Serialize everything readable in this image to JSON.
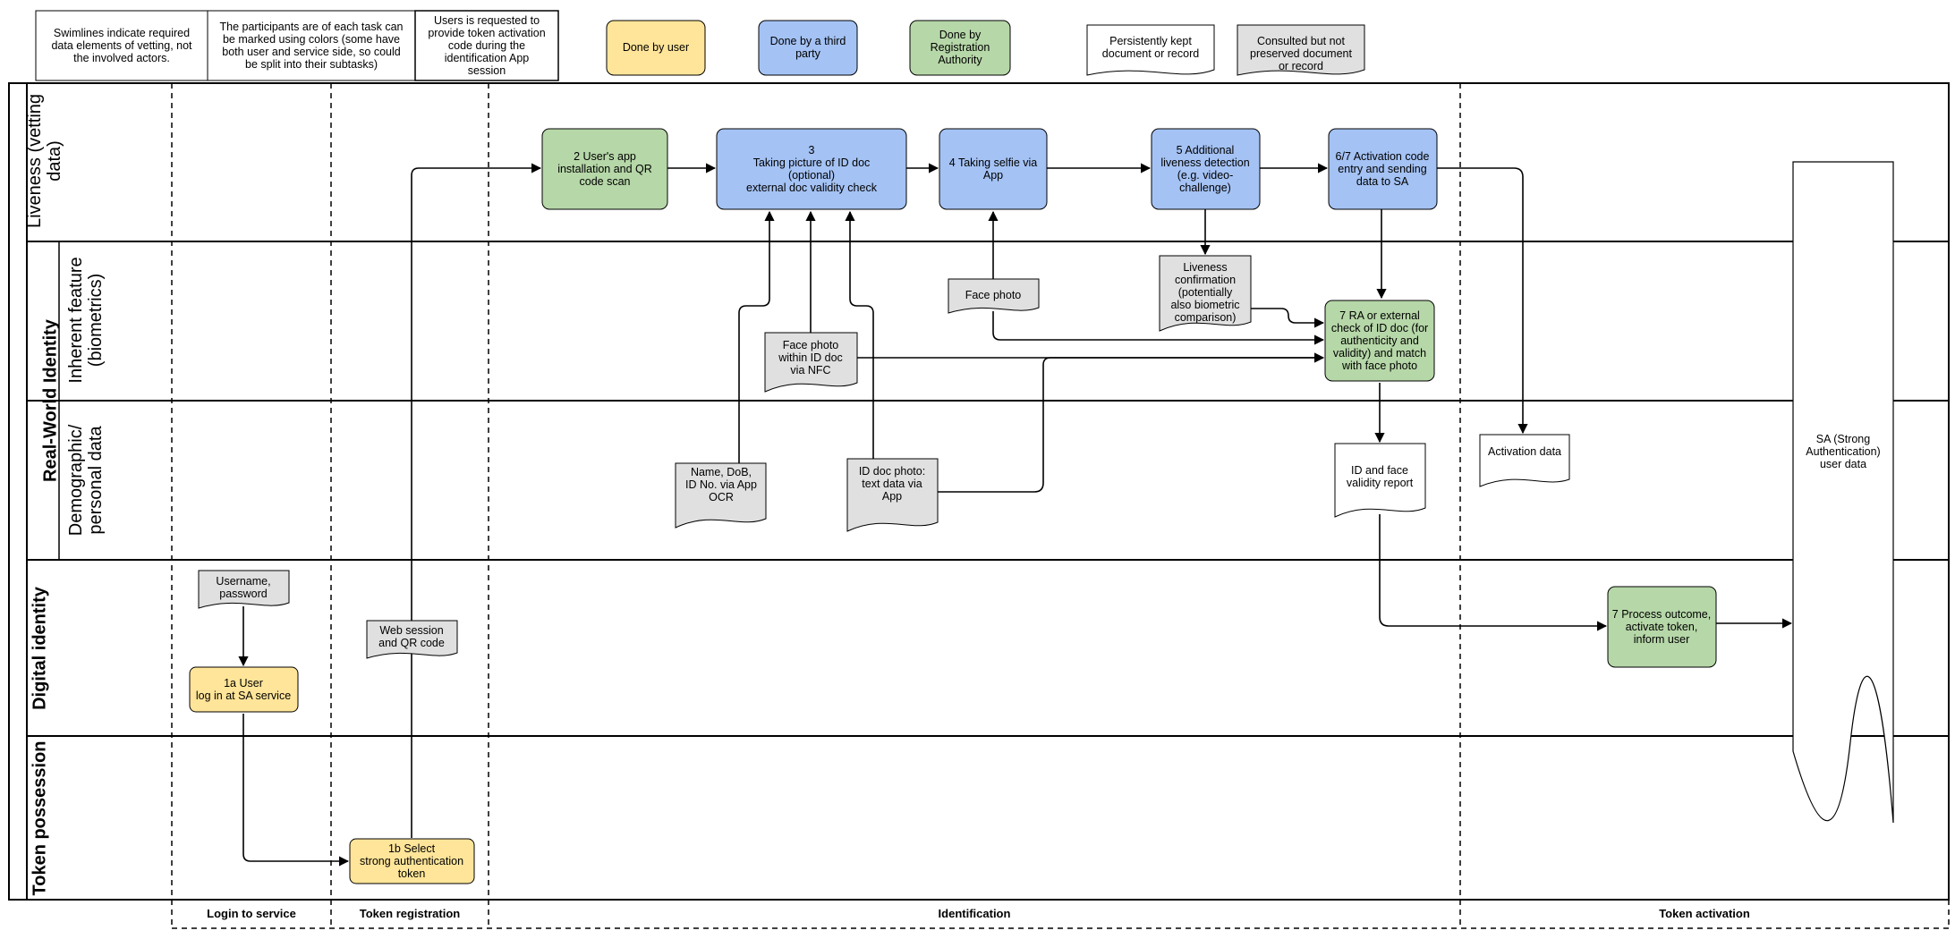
{
  "colors": {
    "user": "#ffe599",
    "third_party": "#a4c2f4",
    "registration_authority": "#b6d7a8",
    "consulted_doc": "#e0e0e0",
    "kept_doc": "#ffffff"
  },
  "notes": {
    "swimlanes": [
      "Swimlines indicate required",
      "data elements of vetting, not",
      "the involved actors."
    ],
    "participants": [
      "The participants are of each task can",
      "be marked using colors (some have",
      "both  user and service side, so could",
      "be split into their subtasks)"
    ],
    "token_code": [
      "Users is requested to",
      "provide token activation",
      "code during the",
      "identification App",
      "session"
    ]
  },
  "legend": {
    "user": [
      "Done by user"
    ],
    "third_party": [
      "Done by a third",
      "party"
    ],
    "ra": [
      "Done by",
      "Registration",
      "Authority"
    ],
    "kept": [
      "Persistently kept",
      "document or record"
    ],
    "consulted": [
      "Consulted but not",
      "preserved document",
      "or record"
    ]
  },
  "lanes": {
    "real_world_identity": "Real-World Identity",
    "liveness": [
      "Liveness (vetting",
      "data)"
    ],
    "inherent": [
      "Inherent feature",
      "(biometrics)"
    ],
    "demographic": [
      "Demographic/",
      "personal data"
    ],
    "digital_identity": "Digital identity",
    "token_possession": "Token possession"
  },
  "phases": {
    "login": "Login to service",
    "token_registration": "Token registration",
    "identification": "Identification",
    "token_activation": "Token activation"
  },
  "tasks": {
    "t1a": [
      "1a User",
      "log in at SA service"
    ],
    "t1b": [
      "1b Select",
      "strong authentication",
      "token"
    ],
    "t2": [
      "2 User's app",
      "installation and QR",
      "code scan"
    ],
    "t3": [
      "3",
      "Taking picture of ID doc",
      "(optional)",
      "external doc validity check"
    ],
    "t4": [
      "4 Taking selfie via",
      "App"
    ],
    "t5": [
      "5 Additional",
      "liveness detection",
      "(e.g. video-",
      "challenge)"
    ],
    "t67": [
      "6/7 Activation code",
      "entry and sending",
      "data to SA"
    ],
    "t7ra": [
      "7 RA or external",
      "check of ID doc (for",
      "authenticity and",
      "validity) and match",
      "with face photo"
    ],
    "t7process": [
      "7 Process outcome,",
      "activate token,",
      "inform user"
    ]
  },
  "documents": {
    "username": [
      "Username,",
      "password"
    ],
    "web_session": [
      "Web session",
      "and QR code"
    ],
    "face_photo": [
      "Face photo"
    ],
    "liveness_conf": [
      "Liveness",
      "confirmation",
      "(potentially",
      "also biometric",
      "comparison)"
    ],
    "face_nfc": [
      "Face photo",
      "within ID doc",
      "via NFC"
    ],
    "name_dob": [
      "Name, DoB,",
      "ID No. via App",
      "OCR"
    ],
    "id_doc_photo": [
      "ID doc photo:",
      "text data via",
      "App"
    ],
    "validity_report": [
      "ID and face",
      "validity report"
    ],
    "activation_data": [
      "Activation data"
    ],
    "sa_user_data": [
      "SA (Strong",
      "Authentication)",
      "user data"
    ]
  }
}
